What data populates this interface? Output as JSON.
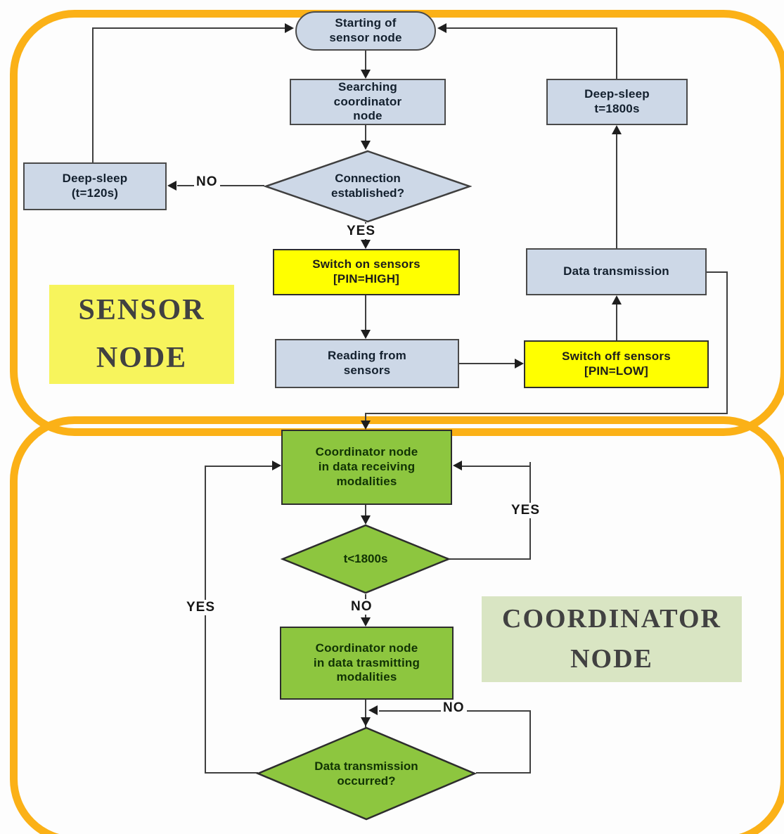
{
  "title": "Sensor / coordinator node flowchart",
  "colors": {
    "section_border": "#FBB117",
    "process_blue": "#CDD8E7",
    "action_yellow": "#FFFF00",
    "coordinator_green": "#8DC63F",
    "sensor_label_bg": "#F7F45C",
    "coordinator_label_bg": "#D9E5C3"
  },
  "sensor": {
    "section_label": "SENSOR\nNODE",
    "nodes": {
      "start": "Starting of\nsensor node",
      "searching": "Searching\ncoordinator\nnode",
      "connection": "Connection\nestablished?",
      "deep_sleep_120": "Deep-sleep\n(t=120s)",
      "switch_on": "Switch on sensors\n[PIN=HIGH]",
      "reading": "Reading from\nsensors",
      "switch_off": "Switch off sensors\n[PIN=LOW]",
      "data_transmission": "Data transmission",
      "deep_sleep_1800": "Deep-sleep\nt=1800s"
    },
    "edge_labels": {
      "no": "NO",
      "yes": "YES"
    }
  },
  "coordinator": {
    "section_label": "COORDINATOR\nNODE",
    "nodes": {
      "receiving": "Coordinator node\nin data receiving\nmodalities",
      "time_check": "t<1800s",
      "transmitting": "Coordinator node\nin data trasmitting\nmodalities",
      "occurred": "Data transmission\noccurred?"
    },
    "edge_labels": {
      "yes_right": "YES",
      "no_middle": "NO",
      "yes_left": "YES",
      "no_bottom": "NO"
    }
  }
}
